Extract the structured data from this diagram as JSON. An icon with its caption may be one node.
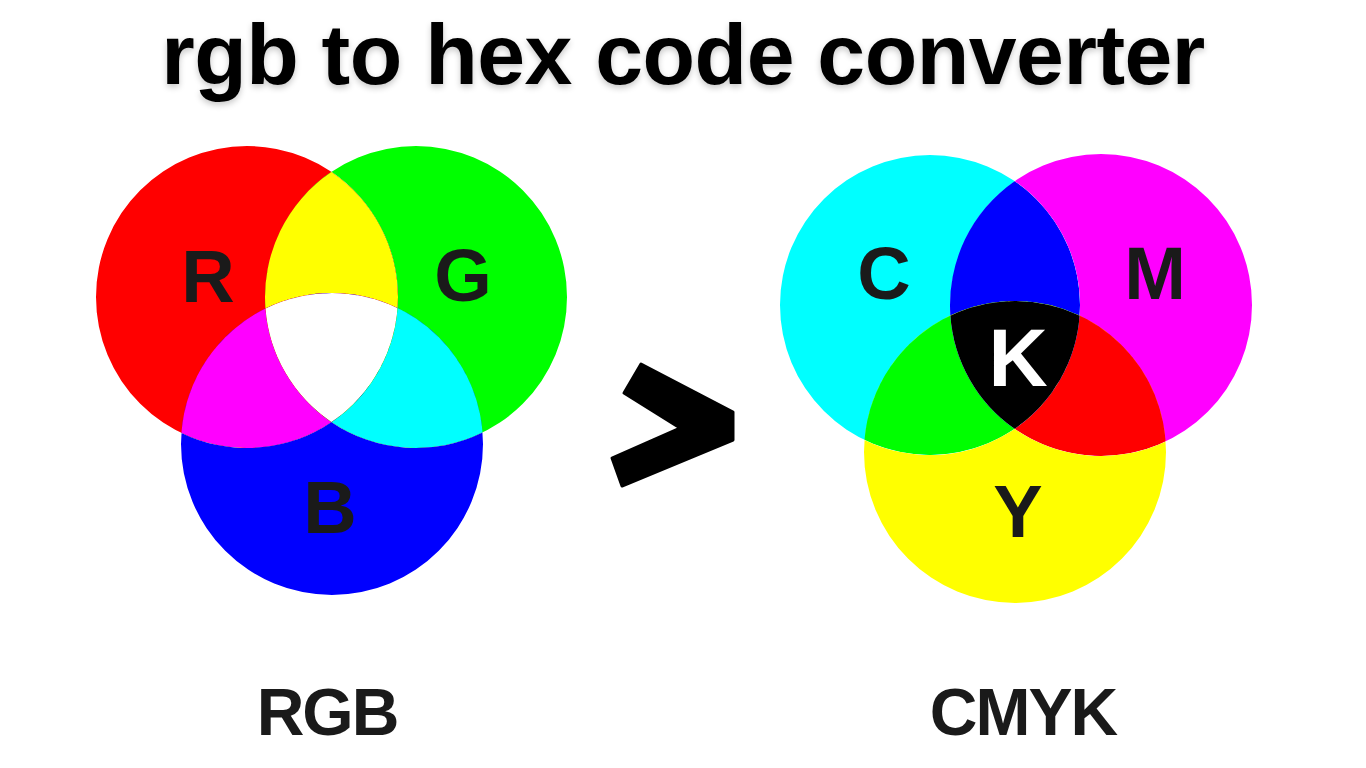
{
  "diagram": {
    "title": "rgb to hex code converter",
    "nodes": [
      {
        "text": [
          "R"
        ]
      },
      {
        "text": [
          "G"
        ]
      },
      {
        "text": [
          "B"
        ]
      },
      {
        "text": [
          "C"
        ]
      },
      {
        "text": [
          "M"
        ]
      },
      {
        "text": [
          "K"
        ]
      },
      {
        "text": [
          "Y"
        ]
      }
    ],
    "labels": [
      "RGB",
      "CMYK"
    ]
  }
}
